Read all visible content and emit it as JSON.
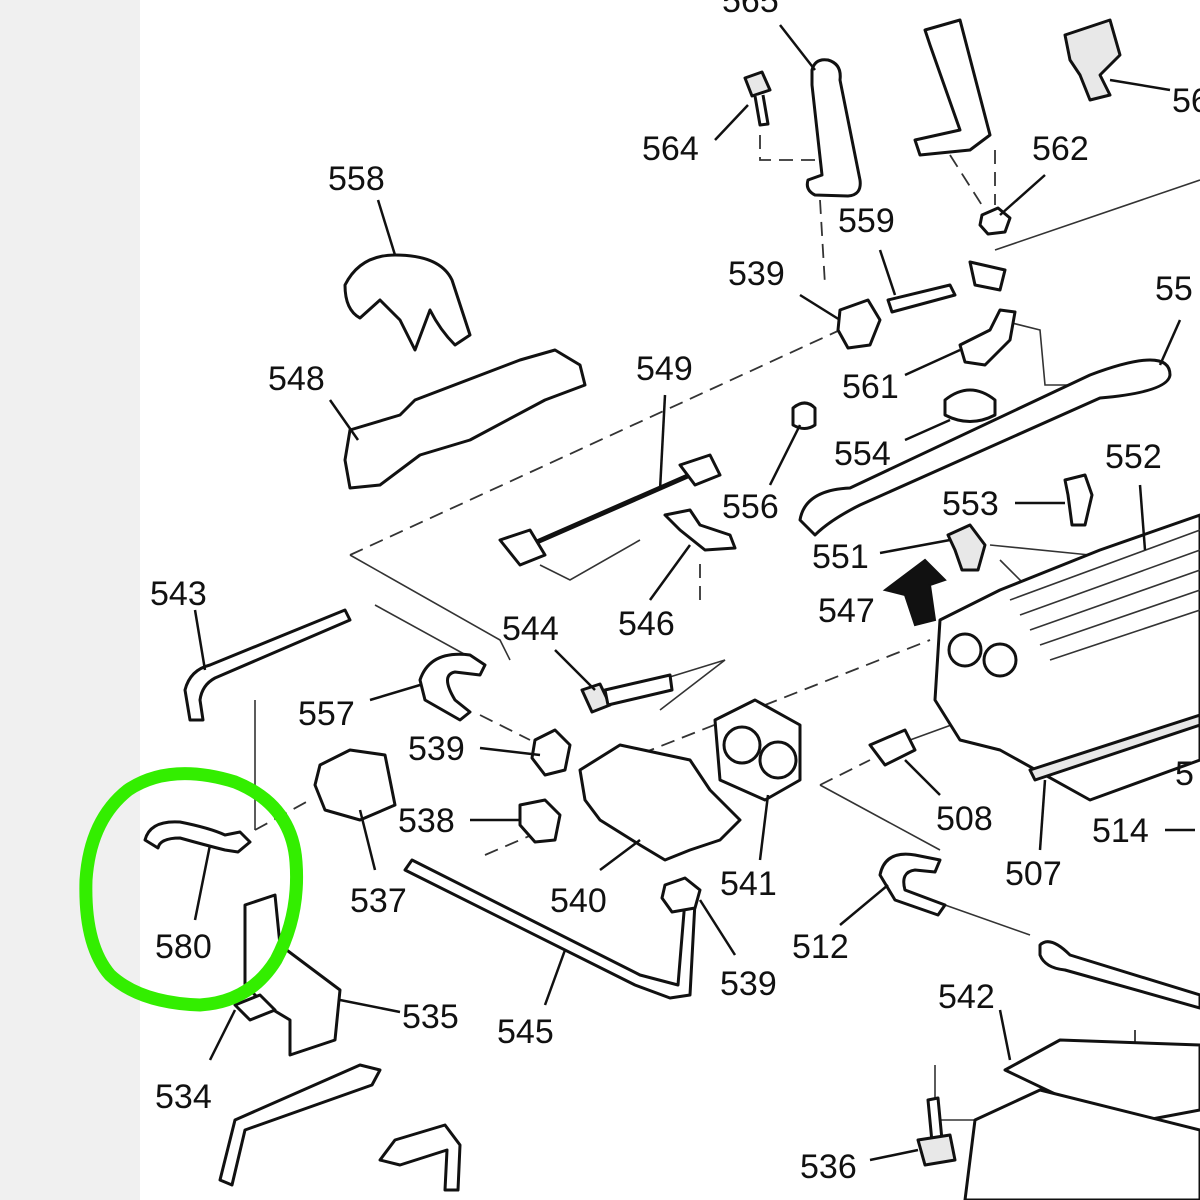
{
  "diagram": {
    "labels": {
      "l565": "565",
      "l564": "564",
      "l562": "562",
      "l56x": "56",
      "l558": "558",
      "l559": "559",
      "l539a": "539",
      "l55x": "55",
      "l548": "548",
      "l549": "549",
      "l561": "561",
      "l554": "554",
      "l552": "552",
      "l556": "556",
      "l553": "553",
      "l551": "551",
      "l547": "547",
      "l543": "543",
      "l544": "544",
      "l546": "546",
      "l557": "557",
      "l539b": "539",
      "l538": "538",
      "l508": "508",
      "l5xx": "5",
      "l514": "514",
      "l507": "507",
      "l537": "537",
      "l540": "540",
      "l541": "541",
      "l580": "580",
      "l512": "512",
      "l539c": "539",
      "l542": "542",
      "l535": "535",
      "l545": "545",
      "l534": "534",
      "l536": "536"
    },
    "highlight_color": "#33ee00"
  }
}
